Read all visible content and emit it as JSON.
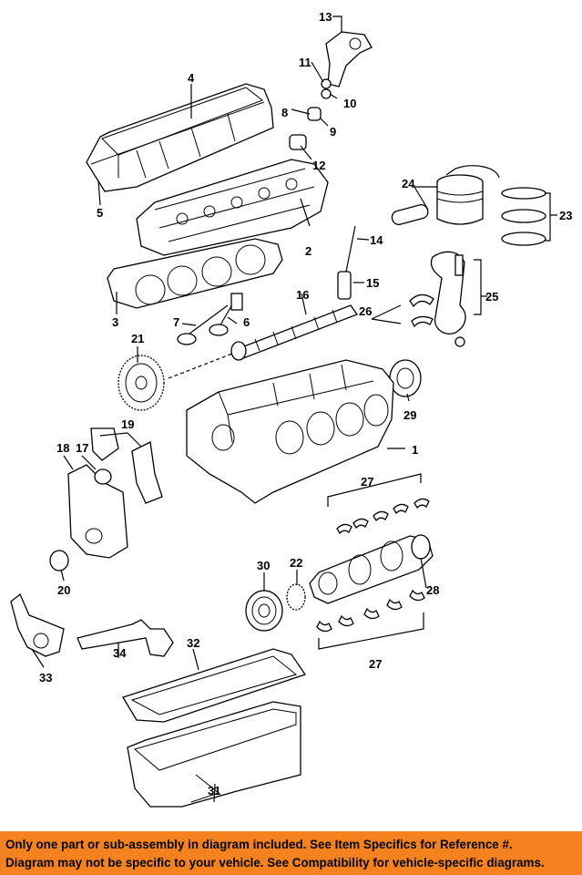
{
  "callouts": {
    "c1": "1",
    "c2": "2",
    "c3": "3",
    "c4": "4",
    "c5": "5",
    "c6": "6",
    "c7": "7",
    "c8": "8",
    "c9": "9",
    "c10": "10",
    "c11": "11",
    "c12": "12",
    "c13": "13",
    "c14": "14",
    "c15": "15",
    "c16": "16",
    "c17": "17",
    "c18": "18",
    "c19": "19",
    "c20": "20",
    "c21": "21",
    "c22": "22",
    "c23": "23",
    "c24": "24",
    "c25": "25",
    "c26": "26",
    "c27a": "27",
    "c27b": "27",
    "c28": "28",
    "c29": "29",
    "c30": "30",
    "c31": "31",
    "c32": "32",
    "c33": "33",
    "c34": "34"
  },
  "banner": {
    "line1": "Only one part or sub-assembly in diagram included. See Item Specifics for Reference #.",
    "line2": "Diagram may not be specific to your vehicle. See Compatibility for vehicle-specific diagrams."
  },
  "colors": {
    "banner_bg": "#f5821f",
    "line": "#000000"
  }
}
